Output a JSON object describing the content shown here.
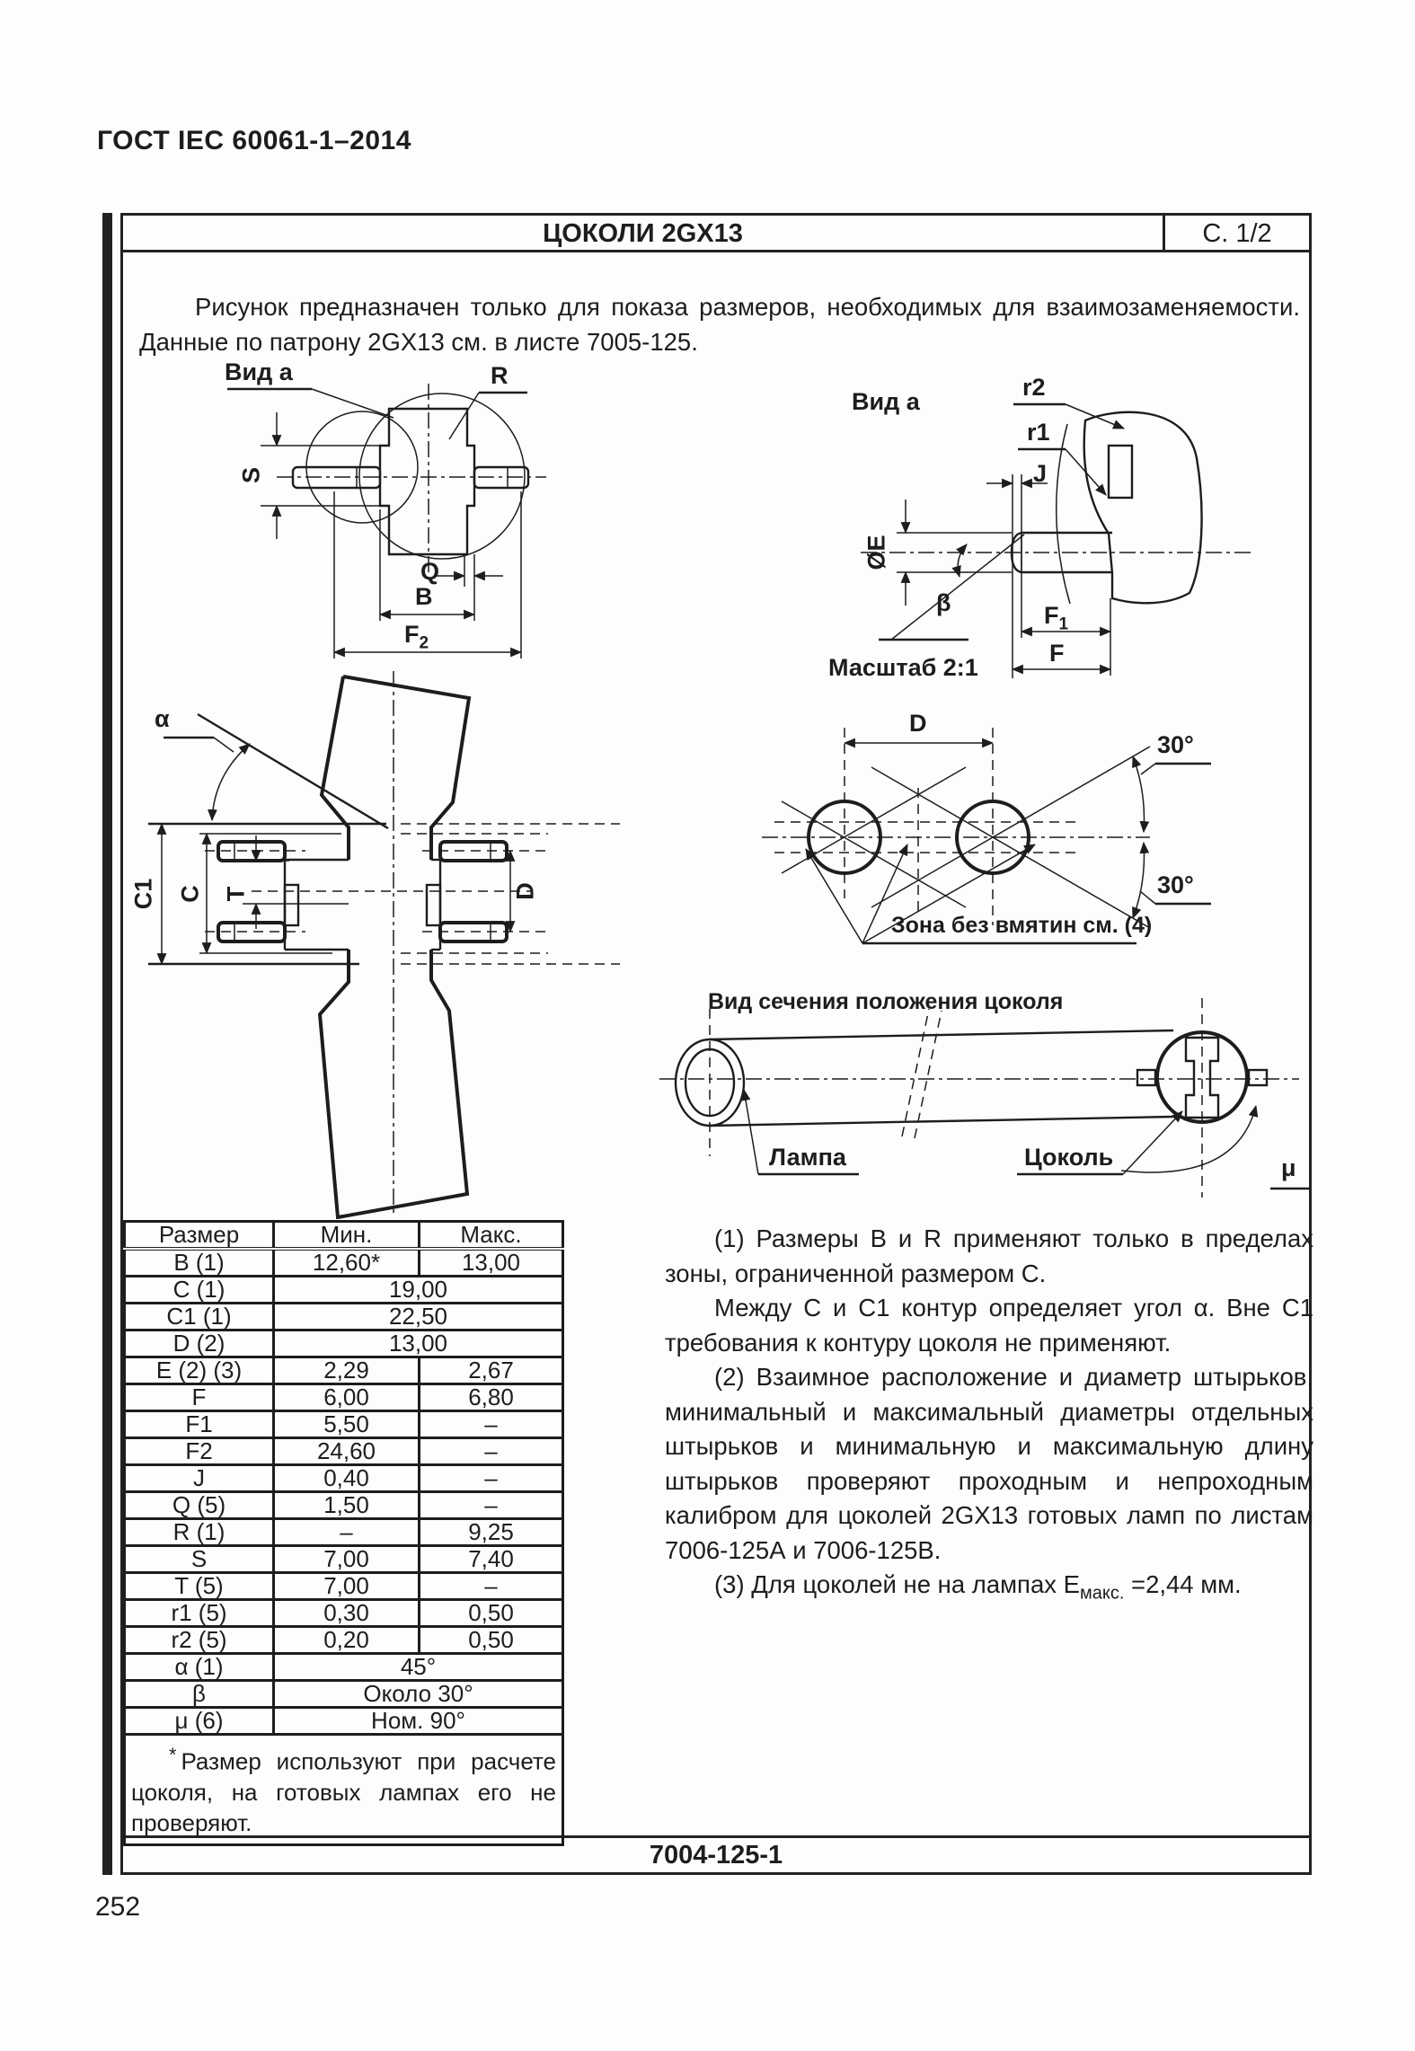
{
  "page": {
    "header": "ГОСТ IEC 60061-1–2014",
    "page_number": "252"
  },
  "sheet": {
    "title": "ЦОКОЛИ 2GX13",
    "page_ref": "С. 1/2",
    "footer_ref": "7004-125-1",
    "intro": "Рисунок предназначен только для показа размеров, необходимых для взаимозаменяемости. Данные по патрону 2GX13 см. в листе 7005-125."
  },
  "drawings": {
    "front_view": {
      "view_label": "Вид а",
      "r_label": "R",
      "s_label": "S",
      "q_label": "Q",
      "b_label": "B",
      "f2_base": "F",
      "f2_sub": "2"
    },
    "detail_view": {
      "view_label": "Вид а",
      "r2_label": "r2",
      "r1_label": "r1",
      "j_label": "J",
      "diameter_e_label": "ØE",
      "beta_label": "β",
      "f1_base": "F",
      "f1_sub": "1",
      "f_label": "F",
      "scale_label": "Масштаб 2:1"
    },
    "profile_view": {
      "alpha_label": "α",
      "c1_label": "C1",
      "c_label": "C",
      "t_label": "T",
      "d_label": "D"
    },
    "pin_zone_view": {
      "d_label": "D",
      "angle_top_label": "30°",
      "angle_bottom_label": "30°",
      "zone_note": "Зона без вмятин см. (4)"
    },
    "section_view": {
      "title": "Вид сечения положения цоколя",
      "lamp_label": "Лампа",
      "cap_label": "Цоколь",
      "mu_label": "μ"
    }
  },
  "table": {
    "headers": [
      "Размер",
      "Мин.",
      "Макс."
    ],
    "rows": [
      {
        "size": "B (1)",
        "min": "12,60*",
        "max": "13,00",
        "span": false
      },
      {
        "size": "C (1)",
        "min": "19,00",
        "span": true
      },
      {
        "size": "C1 (1)",
        "min": "22,50",
        "span": true
      },
      {
        "size": "D (2)",
        "min": "13,00",
        "span": true
      },
      {
        "size": "E (2) (3)",
        "min": "2,29",
        "max": "2,67",
        "span": false
      },
      {
        "size": "F",
        "min": "6,00",
        "max": "6,80",
        "span": false
      },
      {
        "size": "F1",
        "min": "5,50",
        "max": "–",
        "span": false
      },
      {
        "size": "F2",
        "min": "24,60",
        "max": "–",
        "span": false
      },
      {
        "size": "J",
        "min": "0,40",
        "max": "–",
        "span": false
      },
      {
        "size": "Q (5)",
        "min": "1,50",
        "max": "–",
        "span": false
      },
      {
        "size": "R (1)",
        "min": "–",
        "max": "9,25",
        "span": false
      },
      {
        "size": "S",
        "min": "7,00",
        "max": "7,40",
        "span": false
      },
      {
        "size": "T (5)",
        "min": "7,00",
        "max": "–",
        "span": false
      },
      {
        "size": "r1 (5)",
        "min": "0,30",
        "max": "0,50",
        "span": false
      },
      {
        "size": "r2 (5)",
        "min": "0,20",
        "max": "0,50",
        "span": false
      },
      {
        "size": "α (1)",
        "min": "45°",
        "span": true
      },
      {
        "size": "β",
        "min": "Около 30°",
        "span": true
      },
      {
        "size": "μ (6)",
        "min": "Ном. 90°",
        "span": true
      }
    ],
    "footnote_marker": "*",
    "footnote": "Размер используют при расчете цоколя, на готовых лампах его не проверяют."
  },
  "notes": {
    "p1": "(1) Размеры B и R применяют только в пределах зоны, ограниченной размером C.",
    "p2": "Между C и C1 контур определяет угол α. Вне C1 требования к контуру цоколя не применяют.",
    "p3": "(2) Взаимное расположение и диаметр штырьков, минимальный и максимальный диаметры отдельных штырьков и минимальную и максимальную длину штырьков проверяют проходным и непроходным калибром для цоколей 2GX13 готовых ламп по листам 7006-125А и 7006-125В.",
    "p4_before": "(3) Для цоколей не на лампах Е",
    "p4_sub": "макс.",
    "p4_after": " =2,44 мм."
  }
}
